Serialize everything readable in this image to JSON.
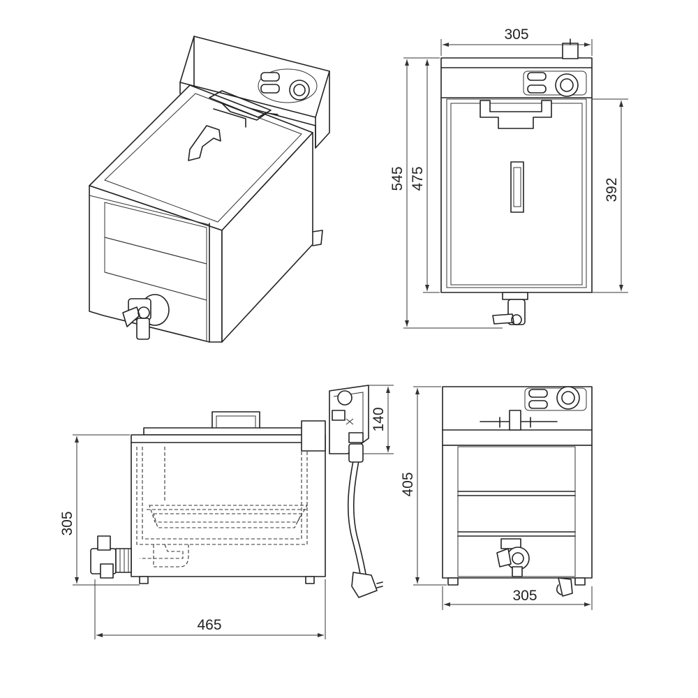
{
  "dimensions": {
    "top_width": "305",
    "total_height": "545",
    "body_height": "475",
    "tank_height": "392",
    "control_height": "140",
    "side_height": "305",
    "depth": "465",
    "front_height": "405",
    "front_width": "305"
  },
  "views": [
    "isometric-view",
    "top-view",
    "side-view",
    "front-view"
  ]
}
